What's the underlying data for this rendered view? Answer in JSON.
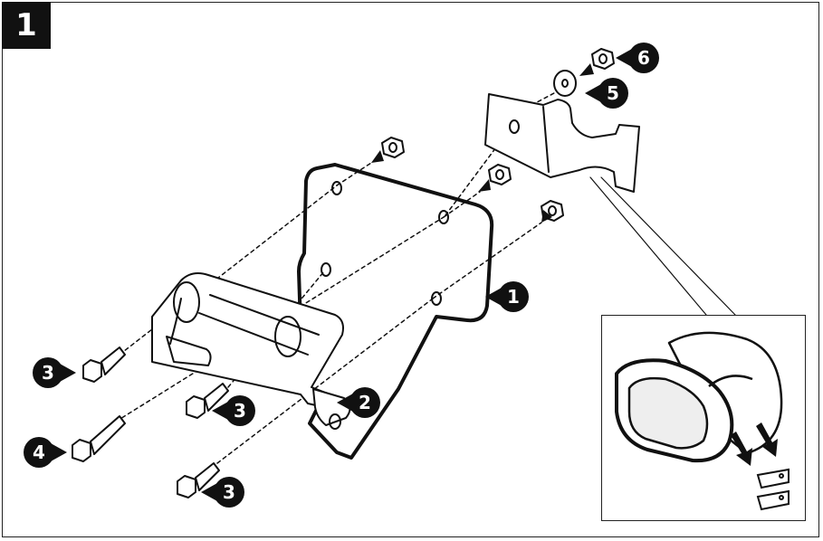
{
  "step": {
    "number": "1"
  },
  "callouts": [
    {
      "id": "c1",
      "label": "1"
    },
    {
      "id": "c2",
      "label": "2"
    },
    {
      "id": "c3a",
      "label": "3"
    },
    {
      "id": "c3b",
      "label": "3"
    },
    {
      "id": "c3c",
      "label": "3"
    },
    {
      "id": "c4",
      "label": "4"
    },
    {
      "id": "c5",
      "label": "5"
    },
    {
      "id": "c6",
      "label": "6"
    }
  ],
  "parts": {
    "plate": "mounting-plate",
    "lower_bracket": "lower-bracket",
    "upper_bracket": "upper-clamp-bracket",
    "bolts": "hex-bolt",
    "nuts": "hex-nut",
    "washer": "flat-washer"
  },
  "colors": {
    "ink": "#111111",
    "paper": "#ffffff",
    "frame": "#222222"
  }
}
